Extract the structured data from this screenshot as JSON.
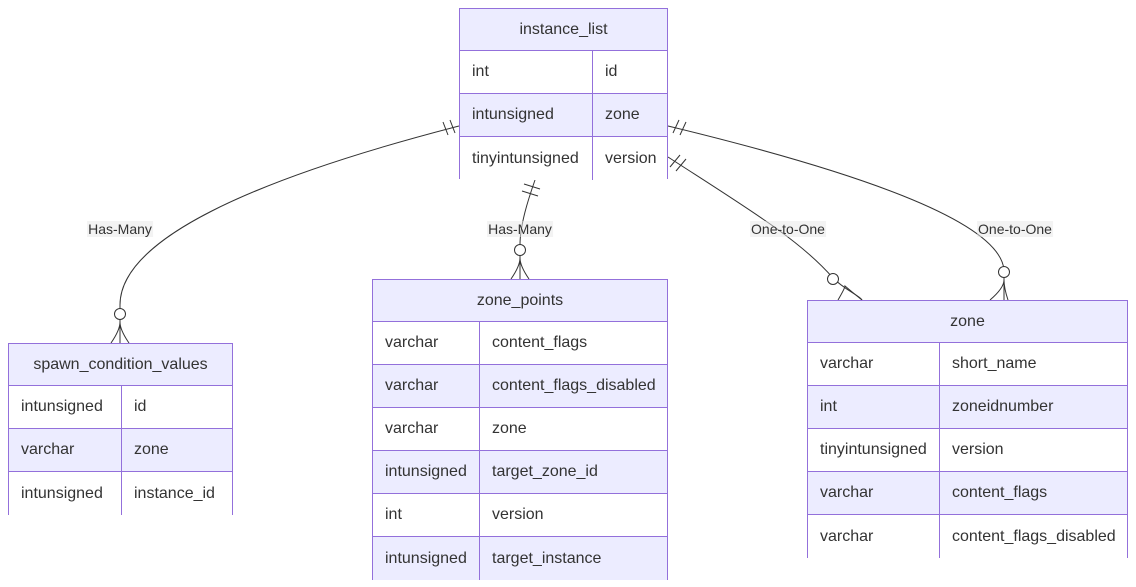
{
  "entities": {
    "instance_list": {
      "name": "instance_list",
      "rows": [
        {
          "type": "int",
          "field": "id"
        },
        {
          "type": "intunsigned",
          "field": "zone"
        },
        {
          "type": "tinyintunsigned",
          "field": "version"
        }
      ]
    },
    "spawn_condition_values": {
      "name": "spawn_condition_values",
      "rows": [
        {
          "type": "intunsigned",
          "field": "id"
        },
        {
          "type": "varchar",
          "field": "zone"
        },
        {
          "type": "intunsigned",
          "field": "instance_id"
        }
      ]
    },
    "zone_points": {
      "name": "zone_points",
      "rows": [
        {
          "type": "varchar",
          "field": "content_flags"
        },
        {
          "type": "varchar",
          "field": "content_flags_disabled"
        },
        {
          "type": "varchar",
          "field": "zone"
        },
        {
          "type": "intunsigned",
          "field": "target_zone_id"
        },
        {
          "type": "int",
          "field": "version"
        },
        {
          "type": "intunsigned",
          "field": "target_instance"
        }
      ]
    },
    "zone": {
      "name": "zone",
      "rows": [
        {
          "type": "varchar",
          "field": "short_name"
        },
        {
          "type": "int",
          "field": "zoneidnumber"
        },
        {
          "type": "tinyintunsigned",
          "field": "version"
        },
        {
          "type": "varchar",
          "field": "content_flags"
        },
        {
          "type": "varchar",
          "field": "content_flags_disabled"
        }
      ]
    }
  },
  "relationships": [
    {
      "from": "instance_list",
      "to": "spawn_condition_values",
      "label": "Has-Many"
    },
    {
      "from": "instance_list",
      "to": "zone_points",
      "label": "Has-Many"
    },
    {
      "from": "instance_list",
      "to": "zone",
      "label": "One-to-One"
    },
    {
      "from": "instance_list",
      "to": "zone",
      "label": "One-to-One"
    }
  ],
  "colors": {
    "entity_fill": "#ECECFF",
    "entity_border": "#9370DB",
    "row_alt": "#ffffff",
    "line": "#333333",
    "text": "#333333"
  }
}
